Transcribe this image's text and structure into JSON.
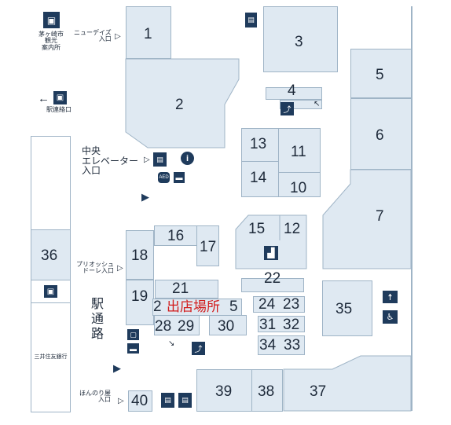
{
  "colors": {
    "shop_fill": "#dfe9f2",
    "shop_border": "#9fb4c6",
    "icon": "#1f3b5c",
    "highlight_text": "#d21c1c"
  },
  "labels": {
    "tourist_info": "茅ヶ崎市\n観光\n案内所",
    "new_days_entrance": "ニューデイズ\n入口",
    "station_exit": "駅連絡口",
    "central_elevator": "中央\nエレベーター\n入口",
    "priosho_entrance": "プリオッシュ\nドーレ入口",
    "station_street": "駅\n通\n路",
    "bank": "三井住友銀行",
    "bookstore_entrance": "ほんのり屋\n入口",
    "shop_location": "出店場所"
  },
  "shops": [
    "1",
    "2",
    "3",
    "4",
    "5",
    "6",
    "7",
    "10",
    "11",
    "12",
    "13",
    "14",
    "15",
    "16",
    "17",
    "18",
    "19",
    "2",
    "21",
    "22",
    "23",
    "24",
    "28",
    "29",
    "30",
    "31",
    "32",
    "33",
    "34",
    "35",
    "36",
    "37",
    "38",
    "39",
    "40",
    "5"
  ],
  "icons": [
    "restroom-icon",
    "accessible-toilet-icon",
    "info-icon",
    "aed-icon",
    "elevator-icon",
    "escalator-icon",
    "stairs-icon",
    "shopping-bag-icon",
    "car-icon",
    "station-icon"
  ]
}
